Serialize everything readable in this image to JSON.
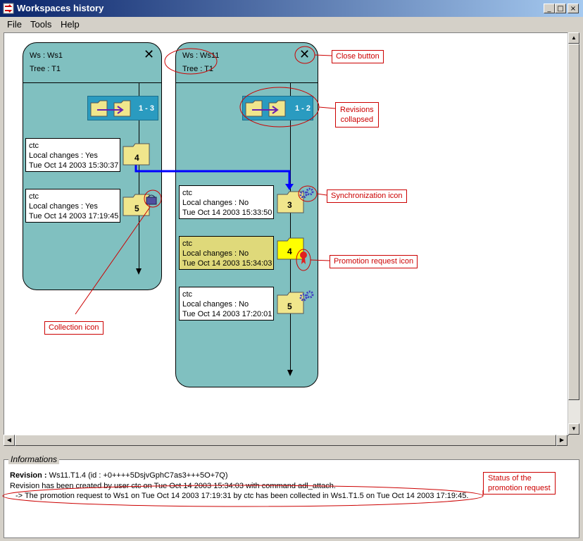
{
  "window": {
    "title": "Workspaces history",
    "controls": [
      "_",
      "□",
      "×"
    ]
  },
  "menu": [
    "File",
    "Tools",
    "Help"
  ],
  "workspaces": [
    {
      "ws_label": "Ws : Ws1",
      "tree_label": "Tree : T1",
      "collapsed_range": "1 - 3",
      "revisions": [
        {
          "number": "4",
          "user": "ctc",
          "local_changes": "Local changes : Yes",
          "date": "Tue Oct 14 2003 15:30:37"
        },
        {
          "number": "5",
          "user": "ctc",
          "local_changes": "Local changes : Yes",
          "date": "Tue Oct 14 2003 17:19:45"
        }
      ]
    },
    {
      "ws_label": "Ws : Ws11",
      "tree_label": "Tree : T1",
      "collapsed_range": "1 - 2",
      "revisions": [
        {
          "number": "3",
          "user": "ctc",
          "local_changes": "Local changes : No",
          "date": "Tue Oct 14 2003 15:33:50"
        },
        {
          "number": "4",
          "user": "ctc",
          "local_changes": "Local changes : No",
          "date": "Tue Oct 14 2003 15:34:03",
          "selected": true
        },
        {
          "number": "5",
          "user": "ctc",
          "local_changes": "Local changes : No",
          "date": "Tue Oct 14 2003 17:20:01"
        }
      ]
    }
  ],
  "annotations": {
    "close_button": "Close button",
    "revisions_collapsed_1": "Revisions",
    "revisions_collapsed_2": "collapsed",
    "synchronization_icon": "Synchronization icon",
    "promotion_request_icon": "Promotion request icon",
    "collection_icon": "Collection icon",
    "status_1": "Status of the",
    "status_2": "promotion request"
  },
  "informations": {
    "title": "Informations",
    "revision_label": "Revision :",
    "revision_value": "Ws11.T1.4 (id : +0++++5DsjvGphC7as3+++5O+7Q)",
    "line2": "Revision has been created by user ctc on Tue Oct 14 2003 15:34:03 with command adl_attach.",
    "line3": "-> The promotion request to Ws1 on Tue Oct 14 2003 17:19:31 by ctc has been collected in Ws1.T1.5 on Tue Oct 14 2003 17:19:45."
  },
  "colors": {
    "panel": "#80c0c0",
    "folder": "#f0e68c",
    "folder_selected": "#ffff00",
    "annotation": "#cc0000",
    "link": "#0000ff"
  }
}
